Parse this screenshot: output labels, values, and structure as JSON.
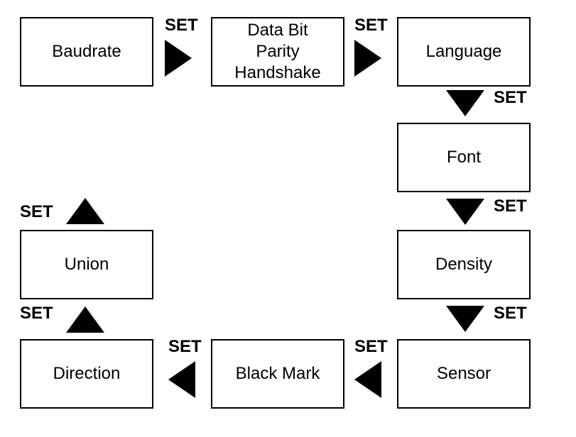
{
  "diagram": {
    "set_label": "SET",
    "nodes": {
      "baudrate": {
        "lines": [
          "Baudrate"
        ]
      },
      "data_bit": {
        "lines": [
          "Data Bit",
          "Parity",
          "Handshake"
        ]
      },
      "language": {
        "lines": [
          "Language"
        ]
      },
      "font": {
        "lines": [
          "Font"
        ]
      },
      "density": {
        "lines": [
          "Density"
        ]
      },
      "sensor": {
        "lines": [
          "Sensor"
        ]
      },
      "black_mark": {
        "lines": [
          "Black Mark"
        ]
      },
      "direction": {
        "lines": [
          "Direction"
        ]
      },
      "union": {
        "lines": [
          "Union"
        ]
      }
    },
    "edges": [
      {
        "from": "Baudrate",
        "to": "Data Bit / Parity / Handshake",
        "label": "SET",
        "direction": "right"
      },
      {
        "from": "Data Bit / Parity / Handshake",
        "to": "Language",
        "label": "SET",
        "direction": "right"
      },
      {
        "from": "Language",
        "to": "Font",
        "label": "SET",
        "direction": "down"
      },
      {
        "from": "Font",
        "to": "Density",
        "label": "SET",
        "direction": "down"
      },
      {
        "from": "Density",
        "to": "Sensor",
        "label": "SET",
        "direction": "down"
      },
      {
        "from": "Sensor",
        "to": "Black Mark",
        "label": "SET",
        "direction": "left"
      },
      {
        "from": "Black Mark",
        "to": "Direction",
        "label": "SET",
        "direction": "left"
      },
      {
        "from": "Direction",
        "to": "Union",
        "label": "SET",
        "direction": "up"
      },
      {
        "from": "Union",
        "to": "Baudrate",
        "label": "SET",
        "direction": "up"
      }
    ],
    "colors": {
      "stroke": "#000000",
      "fill": "#ffffff",
      "text": "#000000"
    }
  }
}
